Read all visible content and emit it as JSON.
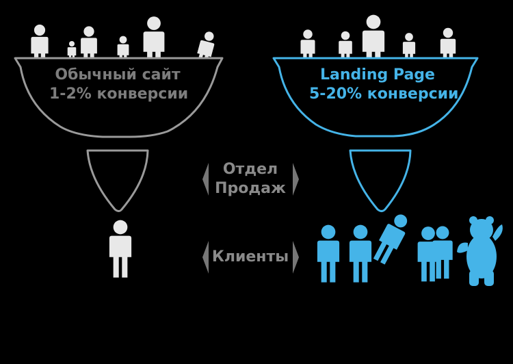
{
  "left_funnel": {
    "line1": "Обычный сайт",
    "line2": "1-2% конверсии"
  },
  "right_funnel": {
    "line1": "Landing Page",
    "line2": "5-20% конверсии"
  },
  "middle_labels": {
    "sales_line1": "Отдел",
    "sales_line2": "Продаж",
    "clients": "Клиенты"
  },
  "colors": {
    "background": "#000000",
    "regular_site": "#9a9a9a",
    "landing_page": "#45b4e8",
    "people_top": "#e8e8e8",
    "arrow": "#777777"
  },
  "icons": {
    "visitors": "person-icon",
    "clients": "person-icon",
    "bear": "bear-icon",
    "chevrons": "chevron-icon"
  }
}
